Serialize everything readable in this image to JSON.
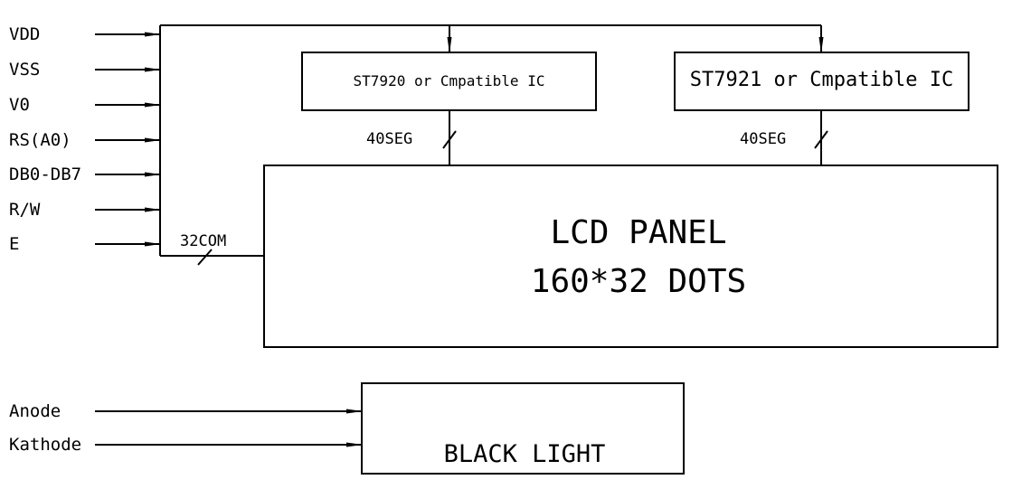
{
  "inputs": [
    "VDD",
    "VSS",
    "V0",
    "RS(A0)",
    "DB0-DB7",
    "R/W",
    "E"
  ],
  "backlight_inputs": [
    "Anode",
    "Kathode"
  ],
  "ic1": {
    "label": "ST7920 or Cmpatible IC",
    "bus": "40SEG"
  },
  "ic2": {
    "label": "ST7921 or Cmpatible IC",
    "bus": "40SEG"
  },
  "com_bus": "32COM",
  "panel": {
    "line1": "LCD PANEL",
    "line2": "160*32 DOTS"
  },
  "backlight": {
    "label": "BLACK LIGHT"
  }
}
